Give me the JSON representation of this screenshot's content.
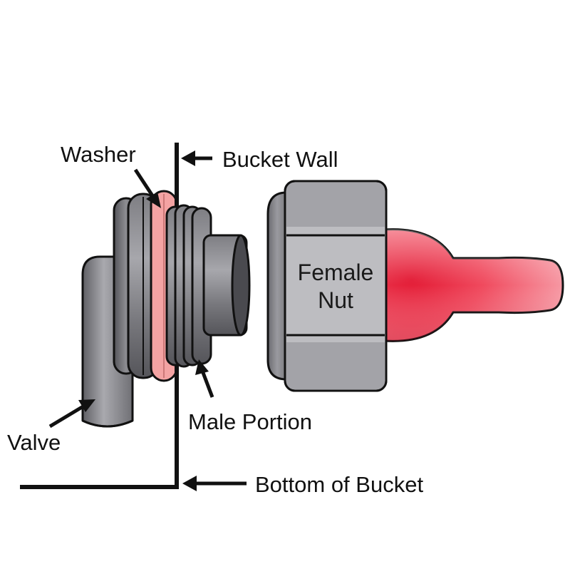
{
  "labels": {
    "washer": "Washer",
    "bucket_wall": "Bucket Wall",
    "female_nut_line1": "Female",
    "female_nut_line2": "Nut",
    "valve": "Valve",
    "male_portion": "Male Portion",
    "bottom_of_bucket": "Bottom of Bucket"
  },
  "colors": {
    "outline": "#111111",
    "metal_dark": "#6e6e72",
    "metal_mid": "#8f8f94",
    "metal_light": "#b9b9bd",
    "nut_face": "#c2c2c6",
    "washer": "#f4a3a3",
    "cap": "#ee3347"
  }
}
